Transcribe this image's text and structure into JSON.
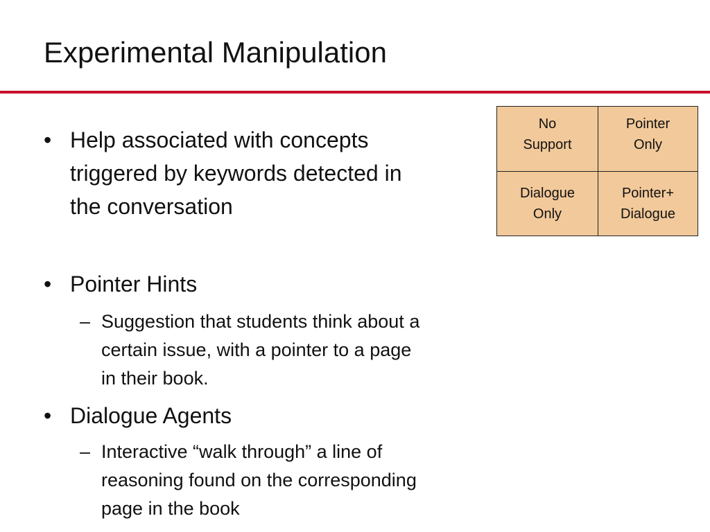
{
  "slide": {
    "title": "Experimental Manipulation",
    "accent_color": "#c8102e"
  },
  "bullets": [
    {
      "marker": "•",
      "lines": [
        "Help associated with concepts",
        "triggered by keywords detected in",
        "the conversation"
      ]
    },
    {
      "marker": "•",
      "lines": [
        "Pointer Hints"
      ],
      "sub": {
        "marker": "–",
        "lines": [
          "Suggestion that students think about a",
          "certain issue, with a pointer to a page",
          "in their book."
        ]
      }
    },
    {
      "marker": "•",
      "lines": [
        "Dialogue Agents"
      ],
      "sub": {
        "marker": "–",
        "lines": [
          "Interactive “walk through” a line of",
          "reasoning found on the corresponding",
          "page in the book"
        ]
      }
    }
  ],
  "condition_grid": {
    "fill_color": "#f2c99a",
    "cells": [
      "No\nSupport",
      "Pointer\nOnly",
      "Dialogue\nOnly",
      "Pointer+\nDialogue"
    ]
  }
}
